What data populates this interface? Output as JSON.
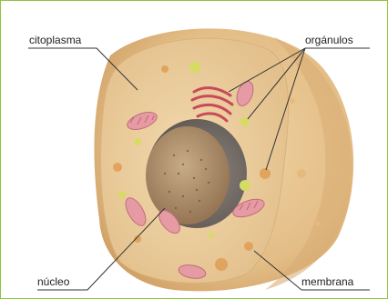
{
  "labels": {
    "citoplasma": "citoplasma",
    "organulos": "orgánulos",
    "nucleo": "núcleo",
    "membrana": "membrana"
  },
  "colors": {
    "frame_border": "#8cc63f",
    "cell_body": "#e6c08c",
    "cell_shadow": "#d3a66d",
    "cytoplasm_face": "#edd2a6",
    "nucleus": "#b59670",
    "mitochondria": "#e69aa3",
    "golgi": "#c94a5a",
    "vesicle_green": "#d6dc63",
    "vesicle_orange": "#e0a45e",
    "leader_lines": "#333333"
  }
}
